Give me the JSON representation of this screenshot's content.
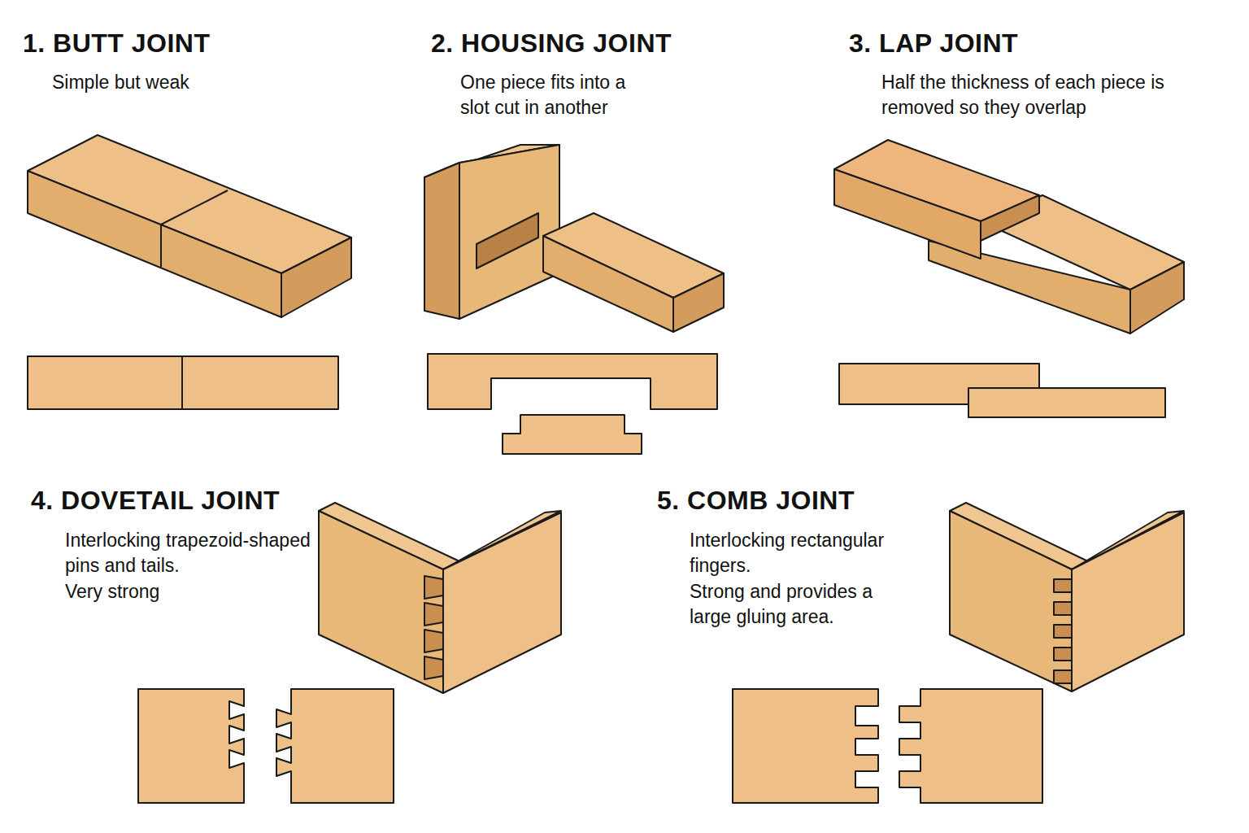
{
  "diagram": {
    "labels": [
      "1. BUTT JOINT",
      "Simple but weak",
      "2. HOUSING JOINT",
      "One piece fits into a slot cut in another",
      "3. LAP JOINT",
      "Half the thickness of each piece is removed so they overlap",
      "4. DOVETAIL JOINT",
      "Interlocking trapezoid-shaped pins and tails.",
      "Very strong",
      "5. COMB JOINT",
      "Interlocking rectangular fingers.",
      "Strong and provides a large gluing area."
    ]
  }
}
